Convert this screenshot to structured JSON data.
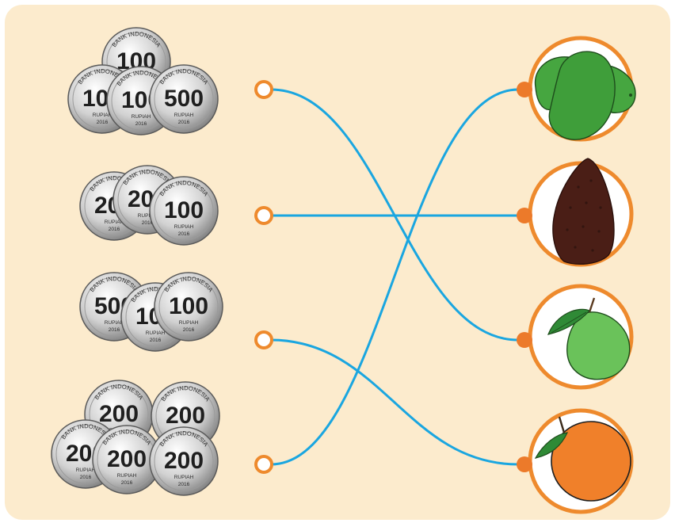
{
  "colors": {
    "background": "#fcebcd",
    "ring": "#ee8a2d",
    "dot": "#ec7a2a",
    "line": "#1aa6e0",
    "coin_light": "#f4f4f4",
    "coin_dark": "#7c7c7c"
  },
  "coin_text": {
    "bank": "BANK INDONESIA",
    "currency": "RUPIAH",
    "year": "2016"
  },
  "coin_groups": [
    {
      "name": "group-1",
      "coins": [
        "100",
        "100",
        "100",
        "500"
      ]
    },
    {
      "name": "group-2",
      "coins": [
        "200",
        "200",
        "100"
      ]
    },
    {
      "name": "group-3",
      "coins": [
        "500",
        "100",
        "100"
      ]
    },
    {
      "name": "group-4",
      "coins": [
        "200",
        "200",
        "200",
        "200",
        "200"
      ]
    }
  ],
  "fruits": [
    {
      "name": "mangoes",
      "icon": "mango-icon"
    },
    {
      "name": "salak",
      "icon": "salak-icon"
    },
    {
      "name": "guava",
      "icon": "guava-icon"
    },
    {
      "name": "orange",
      "icon": "orange-icon"
    }
  ],
  "connections": [
    {
      "from_group": 1,
      "to_fruit": 3
    },
    {
      "from_group": 2,
      "to_fruit": 2
    },
    {
      "from_group": 3,
      "to_fruit": 4
    },
    {
      "from_group": 4,
      "to_fruit": 1
    }
  ]
}
